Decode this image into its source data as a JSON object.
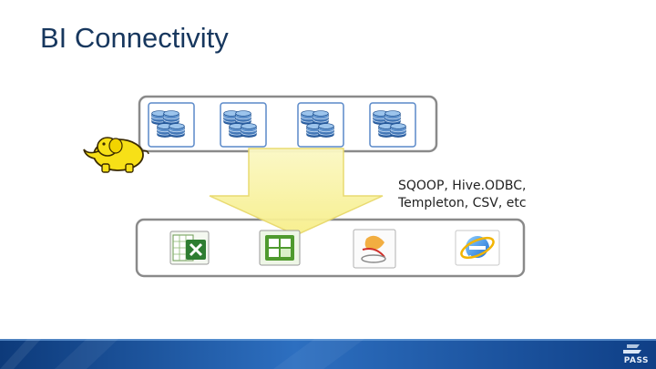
{
  "slide": {
    "title": "BI Connectivity"
  },
  "caption": {
    "line1": "SQOOP, Hive.ODBC,",
    "line2": "Templeton, CSV, etc"
  },
  "footer": {
    "brand": "PASS"
  },
  "icons": {
    "sources": [
      "database-icon",
      "database-icon",
      "database-icon",
      "database-icon"
    ],
    "mascot": "hadoop-elephant-icon",
    "tools": [
      "excel-icon",
      "powerpivot-icon",
      "sql-server-bi-icon",
      "internet-explorer-icon"
    ]
  },
  "colors": {
    "title": "#17375e",
    "arrow_fill": "#fbf5a4",
    "arrow_stroke": "#e8d96a",
    "frame_stroke": "#8a8a8a",
    "icon_border": "#5a89c8",
    "elephant": "#f7e017",
    "footer_bar": "#1f5aa8"
  }
}
